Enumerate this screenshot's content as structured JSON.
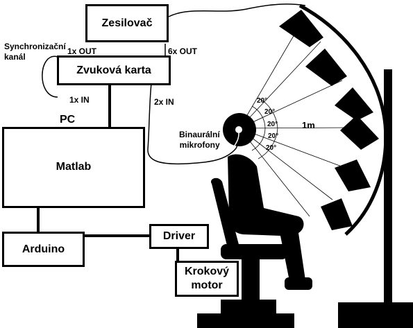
{
  "boxes": {
    "amplifier": "Zesilovač",
    "soundcard": "Zvuková karta",
    "matlab": "Matlab",
    "arduino": "Arduino",
    "driver": "Driver",
    "stepper_line1": "Krokový",
    "stepper_line2": "motor"
  },
  "labels": {
    "sync_line1": "Synchronizační",
    "sync_line2": "kanál",
    "out_1x": "1x OUT",
    "out_6x": "6x OUT",
    "in_1x": "1x IN",
    "in_2x": "2x IN",
    "pc": "PC",
    "mic_line1": "Binaurální",
    "mic_line2": "mikrofony",
    "distance": "1m",
    "angles": [
      "20°",
      "20°",
      "20°",
      "20°",
      "20°"
    ]
  },
  "colors": {
    "ink": "#000000",
    "paper": "#ffffff"
  }
}
